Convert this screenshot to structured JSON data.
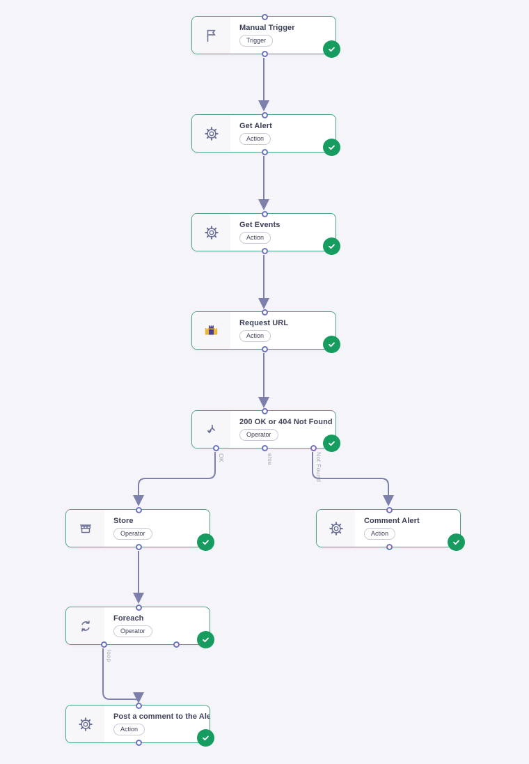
{
  "app": {
    "name": "workflow-canvas"
  },
  "colors": {
    "canvas_bg": "#f5f5f9",
    "node_border": "#4da18a",
    "node_bg": "#ffffff",
    "icon_panel_bg": "#f7f7fa",
    "icon_color": "#6b6f96",
    "title_color": "#3d4059",
    "pill_border": "#c8cad8",
    "edge_color": "#7d80aa",
    "port_border": "#6d72bd",
    "success_green": "#169c5f",
    "branch_label_color": "#a3a5b3"
  },
  "nodes": [
    {
      "title": "Manual Trigger",
      "type_label": "Trigger",
      "icon": "flag-icon",
      "status": "success"
    },
    {
      "title": "Get Alert",
      "type_label": "Action",
      "icon": "gear-icon",
      "status": "success"
    },
    {
      "title": "Get Events",
      "type_label": "Action",
      "icon": "gear-icon",
      "status": "success"
    },
    {
      "title": "Request URL",
      "type_label": "Action",
      "icon": "castle-app-icon",
      "status": "success"
    },
    {
      "title": "200 OK or 404 Not Found",
      "type_label": "Operator",
      "icon": "branch-icon",
      "status": "success"
    },
    {
      "title": "Store",
      "type_label": "Operator",
      "icon": "store-icon",
      "status": "success"
    },
    {
      "title": "Comment Alert",
      "type_label": "Action",
      "icon": "gear-icon",
      "status": "success"
    },
    {
      "title": "Foreach",
      "type_label": "Operator",
      "icon": "loop-icon",
      "status": "success"
    },
    {
      "title": "Post a comment to the Alert",
      "type_label": "Action",
      "icon": "gear-icon",
      "status": "success"
    }
  ],
  "branch_labels": [
    {
      "text": "OK"
    },
    {
      "text": "else"
    },
    {
      "text": "Not Found"
    },
    {
      "text": "loop"
    }
  ],
  "edges": [
    {
      "from": "Manual Trigger",
      "to": "Get Alert",
      "label": ""
    },
    {
      "from": "Get Alert",
      "to": "Get Events",
      "label": ""
    },
    {
      "from": "Get Events",
      "to": "Request URL",
      "label": ""
    },
    {
      "from": "Request URL",
      "to": "200 OK or 404 Not Found",
      "label": ""
    },
    {
      "from": "200 OK or 404 Not Found",
      "to": "Store",
      "label": "OK"
    },
    {
      "from": "200 OK or 404 Not Found",
      "to": "Comment Alert",
      "label": "Not Found"
    },
    {
      "from": "Store",
      "to": "Foreach",
      "label": ""
    },
    {
      "from": "Foreach",
      "to": "Post a comment to the Alert",
      "label": "loop"
    }
  ]
}
